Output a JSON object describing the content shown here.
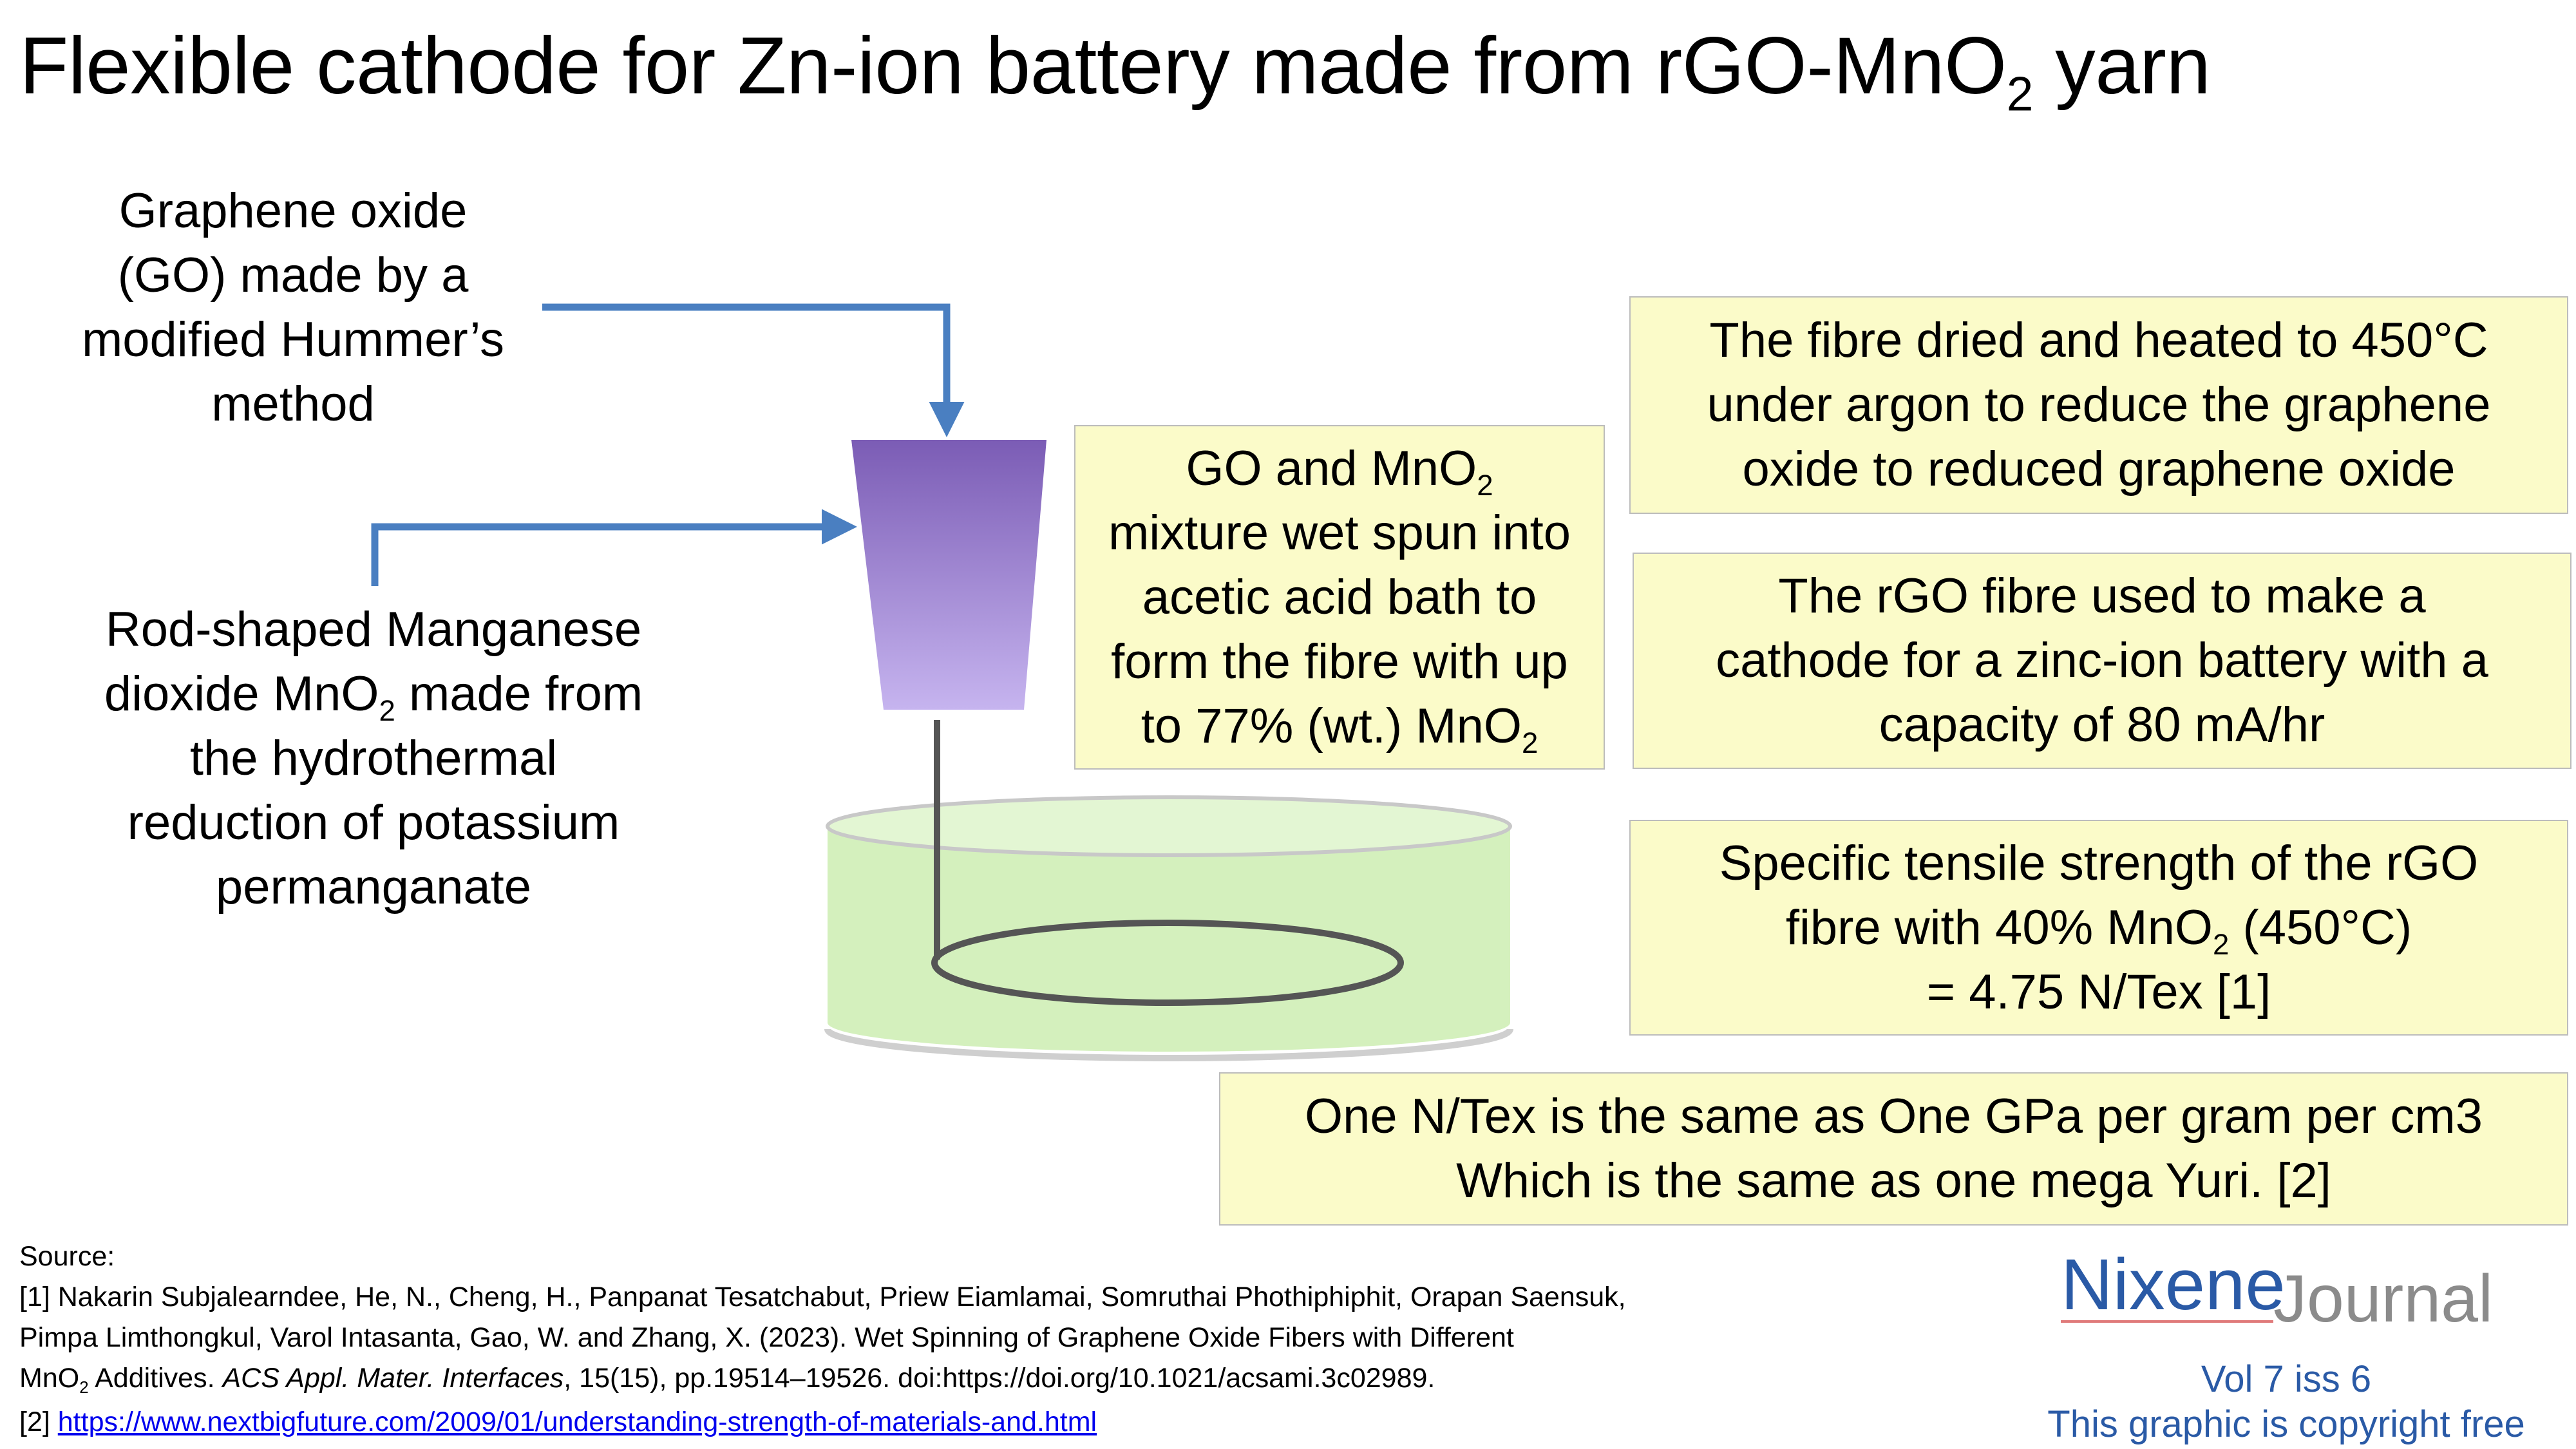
{
  "title": {
    "main": "Flexible cathode for Zn-ion battery made from rGO-MnO",
    "sub": "2",
    "tail": " yarn"
  },
  "labels": {
    "graphene_oxide": [
      "Graphene oxide",
      "(GO) made by a",
      "modified Hummer’s",
      "method"
    ],
    "manganese": {
      "line1": "Rod-shaped Manganese",
      "line2_pre": "dioxide MnO",
      "line2_sub": "2",
      "line2_post": " made from",
      "line3": "the hydrothermal",
      "line4": "reduction of potassium",
      "line5": "permanganate"
    }
  },
  "notes": {
    "spinning": {
      "line1_pre": "GO and MnO",
      "line1_sub": "2",
      "line2": "mixture wet spun into",
      "line3": "acetic acid bath to",
      "line4": "form the fibre with up",
      "line5_pre": "to 77% (wt.) MnO",
      "line5_sub": "2"
    },
    "heating": [
      "The fibre dried and heated to 450°C",
      "under argon to reduce the graphene",
      "oxide to reduced graphene oxide"
    ],
    "cathode": [
      "The rGO fibre used to make a",
      "cathode for a zinc-ion battery with a",
      "capacity of 80 mA/hr"
    ],
    "tensile": {
      "line1": "Specific tensile strength of the rGO",
      "line2_pre": "fibre with 40% MnO",
      "line2_sub": "2",
      "line2_post": " (450°C)",
      "line3": "= 4.75 N/Tex [1]"
    },
    "unit": [
      "One N/Tex is the same as One GPa per gram per cm3",
      "Which is the same as one mega Yuri. [2]"
    ]
  },
  "sources": {
    "heading": "Source:",
    "ref1_line1": "[1] Nakarin Subjalearndee, He, N., Cheng, H., Panpanat Tesatchabut, Priew Eiamlamai, Somruthai Phothiphiphit, Orapan Saensuk,",
    "ref1_line2": "Pimpa Limthongkul, Varol Intasanta, Gao, W. and Zhang, X. (2023). Wet Spinning of Graphene Oxide Fibers with Different",
    "ref1_line3_pre": "MnO",
    "ref1_line3_sub": "2",
    "ref1_line3_mid": " Additives. ",
    "ref1_journal": "ACS Appl. Mater. Interfaces",
    "ref1_line3_post": ", 15(15), pp.19514–19526. doi:https://doi.org/10.1021/acsami.3c02989.",
    "ref2_prefix": "[2] ",
    "ref2_link": "https://www.nextbigfuture.com/2009/01/understanding-strength-of-materials-and.html"
  },
  "brand": {
    "name1": "Nixene",
    "name2": "Journal",
    "issue": "Vol 7 iss 6",
    "copyright": "This graphic is copyright free"
  },
  "colors": {
    "arrow": "#4a7fc1",
    "note_bg": "#fbfbc9",
    "bath": "#d4f0bd",
    "funnel_top": "#7b5cb5",
    "funnel_bottom": "#c6b4ef",
    "brand_blue": "#2a5aa6"
  }
}
